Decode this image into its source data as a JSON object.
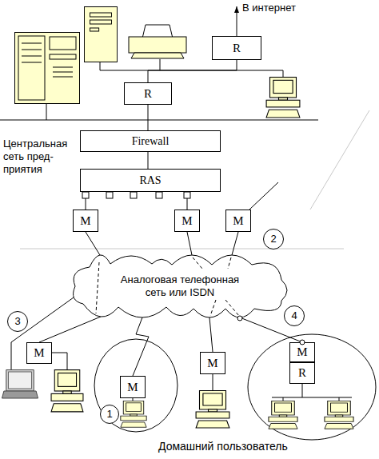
{
  "diagram": {
    "nodes": [
      {
        "text": [
          "R"
        ]
      },
      {
        "text": [
          "R"
        ]
      },
      {
        "text": [
          "Firewall"
        ]
      },
      {
        "text": [
          "RAS"
        ]
      },
      {
        "text": [
          "M"
        ]
      },
      {
        "text": [
          "M"
        ]
      },
      {
        "text": [
          "M"
        ]
      },
      {
        "text": [
          "Аналоговая телефонная сеть или ISDN"
        ]
      },
      {
        "text": [
          "M"
        ]
      },
      {
        "text": [
          "M"
        ]
      },
      {
        "text": [
          "M"
        ]
      },
      {
        "text": [
          "M"
        ]
      },
      {
        "text": [
          "R"
        ]
      }
    ],
    "edges": [
      {
        "from": 0,
        "to": 1,
        "arrow": "none"
      },
      {
        "from": 1,
        "to": 2,
        "arrow": "none"
      },
      {
        "from": 2,
        "to": 3,
        "arrow": "none"
      },
      {
        "from": 3,
        "to": 4,
        "arrow": "none"
      },
      {
        "from": 3,
        "to": 5,
        "arrow": "none"
      },
      {
        "from": 4,
        "to": 7,
        "arrow": "none"
      },
      {
        "from": 5,
        "to": 7,
        "arrow": "none"
      },
      {
        "from": 6,
        "to": 7,
        "arrow": "none"
      },
      {
        "from": 7,
        "to": 8,
        "arrow": "none"
      },
      {
        "from": 7,
        "to": 9,
        "arrow": "none"
      },
      {
        "from": 7,
        "to": 10,
        "arrow": "none"
      },
      {
        "from": 7,
        "to": 11,
        "arrow": "none"
      }
    ],
    "labels": [
      "В интернет",
      "Центральная сеть пред- приятия",
      "2",
      "3",
      "4",
      "1",
      "Домашний пользователь"
    ]
  }
}
